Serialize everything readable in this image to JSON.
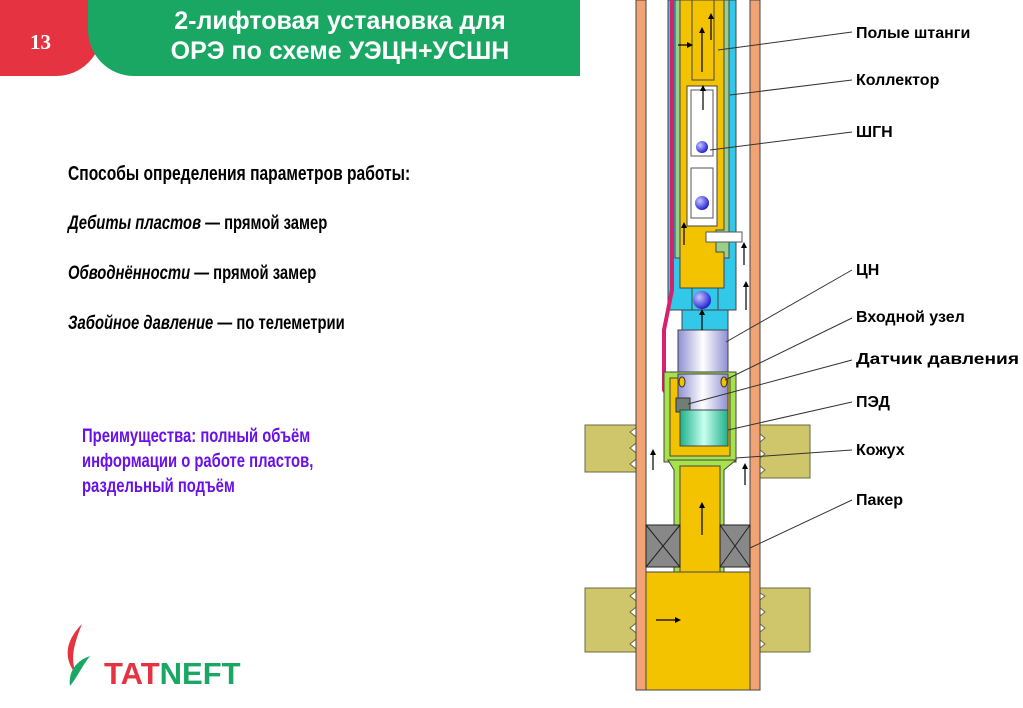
{
  "slide_number": "13",
  "title": {
    "line1": "2-лифтовая установка для",
    "line2": "ОРЭ по схеме УЭЦН+УСШН"
  },
  "methods": {
    "heading": "Способы определения параметров работы:",
    "rows": [
      {
        "term": "Дебиты пластов",
        "value": " — прямой замер"
      },
      {
        "term": "Обводнённости",
        "value": "  — прямой замер"
      },
      {
        "term": "Забойное давление",
        "value": "  — по телеметрии"
      }
    ]
  },
  "advantages": {
    "lines": [
      "Преимущества: полный объём",
      "информации о работе пластов,",
      "раздельный подъём"
    ]
  },
  "logo": {
    "name": "TATNEFT",
    "part1": "TAT",
    "part2": "NEFT"
  },
  "diagram_labels": {
    "hollow_rods": "Полые штанги",
    "collector": "Коллектор",
    "sucker_pump": "ШГН",
    "centrifugal_pump": "ЦН",
    "inlet_unit": "Входной узел",
    "pressure_sensor": "Датчик давления",
    "motor": "ПЭД",
    "shroud": "Кожух",
    "packer": "Пакер"
  },
  "colors": {
    "accent_red": "#e53342",
    "title_green": "#1aa763",
    "advantages_purple": "#6a10e8",
    "oil_yellow": "#f4c300",
    "casing_orange": "#f2a373",
    "formation": "#cfc56a"
  }
}
